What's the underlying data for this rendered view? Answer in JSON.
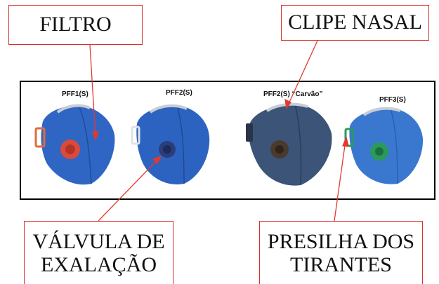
{
  "callouts": {
    "filtro": "FILTRO",
    "clipe_nasal": "CLIPE NASAL",
    "valvula_line1": "VÁLVULA DE",
    "valvula_line2": "EXALAÇÃO",
    "presilha_line1": "PRESILHA DOS",
    "presilha_line2": "TIRANTES"
  },
  "masks": [
    {
      "label": "PFF1(S)",
      "body_color": "#2f66c4",
      "valve_color": "#d94a3c"
    },
    {
      "label": "PFF2(S)",
      "body_color": "#2d63c0",
      "valve_color": "#2a3f7a"
    },
    {
      "label": "PFF2(S) “Carvão”",
      "body_color": "#3c5478",
      "valve_color": "#4a3a2c"
    },
    {
      "label": "PFF3(S)",
      "body_color": "#3a78d0",
      "valve_color": "#2a9a5a"
    }
  ],
  "colors": {
    "callout_border": "#d9302a",
    "leader_line": "#e03a30",
    "panel_border": "#000000"
  }
}
